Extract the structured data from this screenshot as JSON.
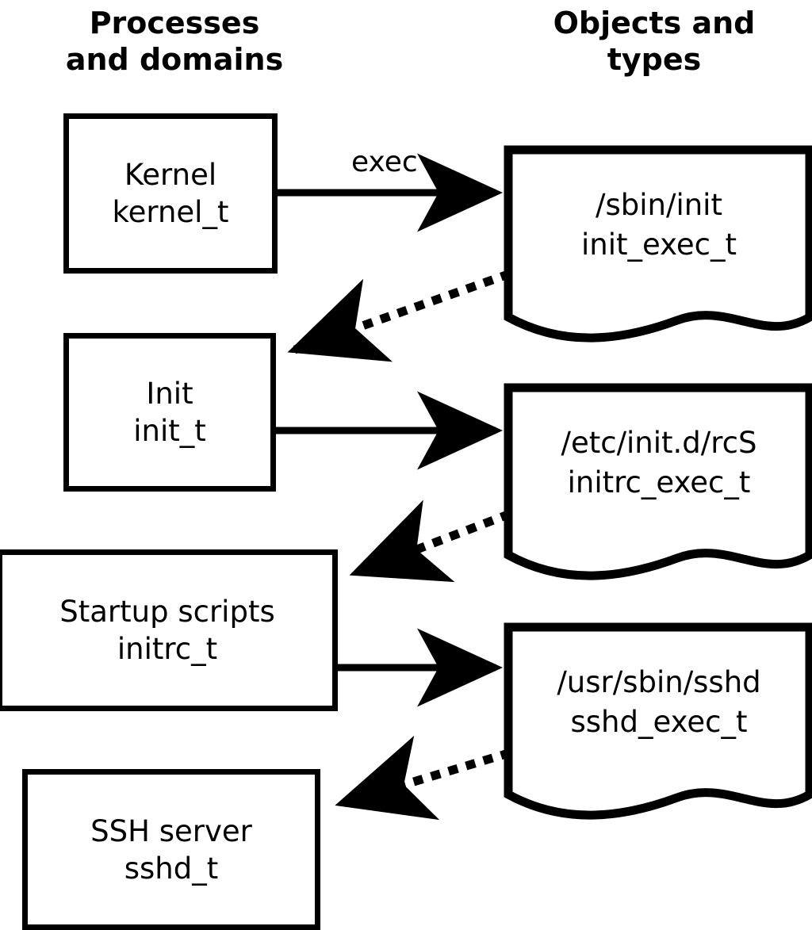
{
  "diagram": {
    "title_left": "Processes\nand domains",
    "title_right": "Objects and\ntypes",
    "accent_color": "#000000",
    "background_color": "#ffffff"
  },
  "processes": [
    {
      "id": "kernel",
      "name": "Kernel",
      "type": "kernel_t"
    },
    {
      "id": "init",
      "name": "Init",
      "type": "init_t"
    },
    {
      "id": "initrc",
      "name": "Startup scripts",
      "type": "initrc_t"
    },
    {
      "id": "sshd",
      "name": "SSH server",
      "type": "sshd_t"
    }
  ],
  "objects": [
    {
      "id": "init_exec",
      "path": "/sbin/init",
      "type": "init_exec_t"
    },
    {
      "id": "initrc_exec",
      "path": "/etc/init.d/rcS",
      "type": "initrc_exec_t"
    },
    {
      "id": "sshd_exec",
      "path": "/usr/sbin/sshd",
      "type": "sshd_exec_t"
    }
  ],
  "edges": [
    {
      "id": "e1",
      "from": "kernel",
      "to": "init_exec",
      "label": "exec",
      "style": "solid"
    },
    {
      "id": "e2",
      "from": "init_exec",
      "to": "init",
      "label": "",
      "style": "dotted"
    },
    {
      "id": "e3",
      "from": "init",
      "to": "initrc_exec",
      "label": "",
      "style": "solid"
    },
    {
      "id": "e4",
      "from": "initrc_exec",
      "to": "initrc",
      "label": "",
      "style": "dotted"
    },
    {
      "id": "e5",
      "from": "initrc",
      "to": "sshd_exec",
      "label": "",
      "style": "solid"
    },
    {
      "id": "e6",
      "from": "sshd_exec",
      "to": "sshd",
      "label": "",
      "style": "dotted"
    }
  ]
}
